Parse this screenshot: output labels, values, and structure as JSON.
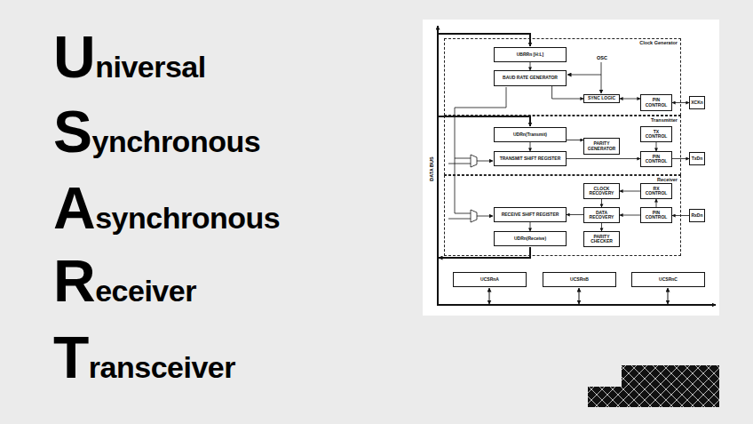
{
  "diagram": {
    "nodes": [
      {
        "text": [
          "Clock Generator"
        ]
      },
      {
        "text": [
          "UBRRn [H:L]"
        ],
        "in": 0
      },
      {
        "text": [
          "BAUD RATE GENERATOR"
        ],
        "in": 0
      },
      {
        "text": [
          "SYNC LOGIC"
        ],
        "in": 0
      },
      {
        "text": [
          "PIN CONTROL"
        ],
        "in": 0
      },
      {
        "text": [
          "XCKn"
        ]
      },
      {
        "text": [
          "Transmitter"
        ]
      },
      {
        "text": [
          "UDRn(Transmit)"
        ],
        "in": 6
      },
      {
        "text": [
          "PARITY GENERATOR"
        ],
        "in": 6
      },
      {
        "text": [
          "TX CONTROL"
        ],
        "in": 6
      },
      {
        "text": [
          "TRANSMIT SHIFT REGISTER"
        ],
        "in": 6
      },
      {
        "text": [
          "PIN CONTROL"
        ],
        "in": 6
      },
      {
        "text": [
          "TxDn"
        ]
      },
      {
        "text": [
          "Receiver"
        ]
      },
      {
        "text": [
          "CLOCK RECOVERY"
        ],
        "in": 13
      },
      {
        "text": [
          "RX CONTROL"
        ],
        "in": 13
      },
      {
        "text": [
          "RECEIVE SHIFT REGISTER"
        ],
        "in": 13
      },
      {
        "text": [
          "DATA RECOVERY"
        ],
        "in": 13
      },
      {
        "text": [
          "PIN CONTROL"
        ],
        "in": 13
      },
      {
        "text": [
          "RxDn"
        ]
      },
      {
        "text": [
          "UDRn(Receive)"
        ],
        "in": 13
      },
      {
        "text": [
          "PARITY CHECKER"
        ],
        "in": 13
      },
      {
        "text": [
          "UCSRnA"
        ]
      },
      {
        "text": [
          "UCSRnB"
        ]
      },
      {
        "text": [
          "UCSRnC"
        ]
      }
    ],
    "edges": [
      {
        "from": 1,
        "to": 2,
        "arrow": "to"
      },
      {
        "from": 3,
        "to": 4,
        "arrow": "both"
      },
      {
        "from": 4,
        "to": 5,
        "arrow": "both"
      },
      {
        "from": 2,
        "to": 3,
        "arrow": "to"
      },
      {
        "from": 7,
        "to": 10,
        "arrow": "to"
      },
      {
        "from": 7,
        "to": 8,
        "arrow": "to"
      },
      {
        "from": 10,
        "to": 11,
        "arrow": "to"
      },
      {
        "from": 9,
        "to": 11,
        "arrow": "to"
      },
      {
        "from": 11,
        "to": 12,
        "arrow": "to"
      },
      {
        "from": 19,
        "to": 18,
        "arrow": "to"
      },
      {
        "from": 18,
        "to": 17,
        "arrow": "to"
      },
      {
        "from": 17,
        "to": 16,
        "arrow": "to"
      },
      {
        "from": 18,
        "to": 15,
        "arrow": "to"
      },
      {
        "from": 15,
        "to": 14,
        "arrow": "to"
      },
      {
        "from": 14,
        "to": 17,
        "arrow": "to"
      },
      {
        "from": 17,
        "to": 21,
        "arrow": "to"
      },
      {
        "from": 16,
        "to": 20,
        "arrow": "to"
      }
    ],
    "labels": [
      "Universal",
      "Synchronous",
      "Asynchronous",
      "Receiver",
      "Transceiver",
      "OSC",
      "DATA BUS"
    ]
  }
}
